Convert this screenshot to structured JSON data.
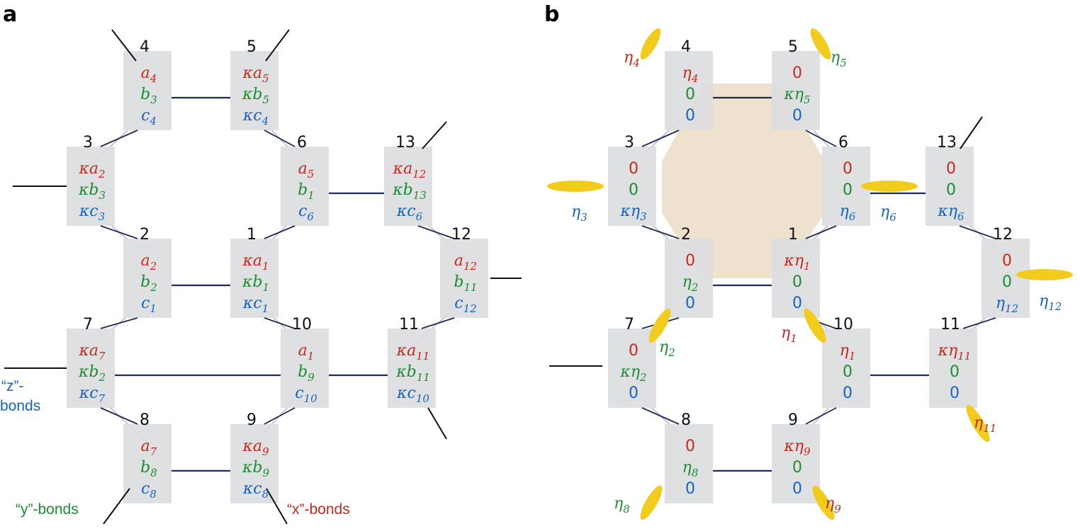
{
  "panels": {
    "a": "a",
    "b": "b"
  },
  "colors": {
    "red": "#c8281e",
    "green": "#1e8c32",
    "blue": "#1565c0",
    "bond": "#1f2a55",
    "plaquette": "#eee2cf",
    "majorana": "#f2cc1c"
  },
  "bond_labels": {
    "z": "“z”-",
    "z2": "bonds",
    "y": "“y”-bonds",
    "x": "“x”-bonds"
  },
  "sites": [
    {
      "num": "4",
      "a": [
        [
          "",
          "a",
          "4"
        ],
        [
          "",
          "b",
          "3"
        ],
        [
          "",
          "c",
          "4"
        ]
      ],
      "b": [
        [
          "",
          "η",
          "4"
        ],
        [
          "0"
        ],
        [
          "0"
        ]
      ]
    },
    {
      "num": "5",
      "a": [
        [
          "κ",
          "a",
          "5"
        ],
        [
          "κ",
          "b",
          "5"
        ],
        [
          "κ",
          "c",
          "4"
        ]
      ],
      "b": [
        [
          "0"
        ],
        [
          "κ",
          "η",
          "5"
        ],
        [
          "0"
        ]
      ]
    },
    {
      "num": "3",
      "a": [
        [
          "κ",
          "a",
          "2"
        ],
        [
          "κ",
          "b",
          "3"
        ],
        [
          "κ",
          "c",
          "3"
        ]
      ],
      "b": [
        [
          "0"
        ],
        [
          "0"
        ],
        [
          "κ",
          "η",
          "3"
        ]
      ]
    },
    {
      "num": "6",
      "a": [
        [
          "",
          "a",
          "5"
        ],
        [
          "",
          "b",
          "1"
        ],
        [
          "",
          "c",
          "6"
        ]
      ],
      "b": [
        [
          "0"
        ],
        [
          "0"
        ],
        [
          "",
          "η",
          "6"
        ]
      ]
    },
    {
      "num": "13",
      "a": [
        [
          "κ",
          "a",
          "12"
        ],
        [
          "κ",
          "b",
          "13"
        ],
        [
          "κ",
          "c",
          "6"
        ]
      ],
      "b": [
        [
          "0"
        ],
        [
          "0"
        ],
        [
          "κ",
          "η",
          "6"
        ]
      ]
    },
    {
      "num": "2",
      "a": [
        [
          "",
          "a",
          "2"
        ],
        [
          "",
          "b",
          "2"
        ],
        [
          "",
          "c",
          "1"
        ]
      ],
      "b": [
        [
          "0"
        ],
        [
          "",
          "η",
          "2"
        ],
        [
          "0"
        ]
      ]
    },
    {
      "num": "1",
      "a": [
        [
          "κ",
          "a",
          "1"
        ],
        [
          "κ",
          "b",
          "1"
        ],
        [
          "κ",
          "c",
          "1"
        ]
      ],
      "b": [
        [
          "κ",
          "η",
          "1"
        ],
        [
          "0"
        ],
        [
          "0"
        ]
      ]
    },
    {
      "num": "12",
      "a": [
        [
          "",
          "a",
          "12"
        ],
        [
          "",
          "b",
          "11"
        ],
        [
          "",
          "c",
          "12"
        ]
      ],
      "b": [
        [
          "0"
        ],
        [
          "0"
        ],
        [
          "",
          "η",
          "12"
        ]
      ]
    },
    {
      "num": "7",
      "a": [
        [
          "κ",
          "a",
          "7"
        ],
        [
          "κ",
          "b",
          "2"
        ],
        [
          "κ",
          "c",
          "7"
        ]
      ],
      "b": [
        [
          "0"
        ],
        [
          "κ",
          "η",
          "2"
        ],
        [
          "0"
        ]
      ]
    },
    {
      "num": "10",
      "a": [
        [
          "",
          "a",
          "1"
        ],
        [
          "",
          "b",
          "9"
        ],
        [
          "",
          "c",
          "10"
        ]
      ],
      "b": [
        [
          "",
          "η",
          "1"
        ],
        [
          "0"
        ],
        [
          "0"
        ]
      ]
    },
    {
      "num": "11",
      "a": [
        [
          "κ",
          "a",
          "11"
        ],
        [
          "κ",
          "b",
          "11"
        ],
        [
          "κ",
          "c",
          "10"
        ]
      ],
      "b": [
        [
          "κ",
          "η",
          "11"
        ],
        [
          "0"
        ],
        [
          "0"
        ]
      ]
    },
    {
      "num": "8",
      "a": [
        [
          "",
          "a",
          "7"
        ],
        [
          "",
          "b",
          "8"
        ],
        [
          "",
          "c",
          "8"
        ]
      ],
      "b": [
        [
          "0"
        ],
        [
          "",
          "η",
          "8"
        ],
        [
          "0"
        ]
      ]
    },
    {
      "num": "9",
      "a": [
        [
          "κ",
          "a",
          "9"
        ],
        [
          "κ",
          "b",
          "9"
        ],
        [
          "κ",
          "c",
          "8"
        ]
      ],
      "b": [
        [
          "κ",
          "η",
          "9"
        ],
        [
          "0"
        ],
        [
          "0"
        ]
      ]
    }
  ],
  "majorana_labels": [
    {
      "sym": "η",
      "sub": "4",
      "color": "red"
    },
    {
      "sym": "η",
      "sub": "5",
      "color": "green"
    },
    {
      "sym": "η",
      "sub": "3",
      "color": "blue"
    },
    {
      "sym": "η",
      "sub": "6",
      "color": "blue"
    },
    {
      "sym": "η",
      "sub": "12",
      "color": "blue"
    },
    {
      "sym": "η",
      "sub": "2",
      "color": "green"
    },
    {
      "sym": "η",
      "sub": "1",
      "color": "red"
    },
    {
      "sym": "η",
      "sub": "11",
      "color": "red"
    },
    {
      "sym": "η",
      "sub": "8",
      "color": "green"
    },
    {
      "sym": "η",
      "sub": "9",
      "color": "red"
    }
  ]
}
